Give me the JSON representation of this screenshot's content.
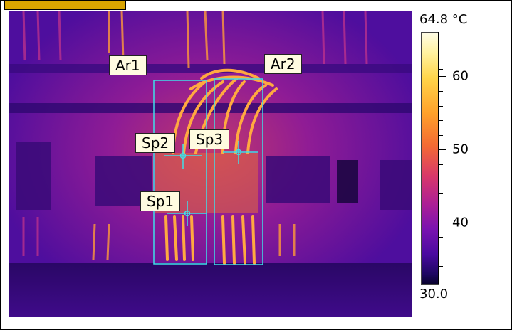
{
  "scale": {
    "max_label": "64.8 °C",
    "min_label": "30.0",
    "ticks": [
      "60",
      "50",
      "40"
    ]
  },
  "markers": {
    "areas": [
      "Ar1",
      "Ar2"
    ],
    "spots": [
      "Sp1",
      "Sp2",
      "Sp3"
    ]
  },
  "colors": {
    "marker": "#3fe0e8",
    "accent_tab": "#d9a400"
  }
}
